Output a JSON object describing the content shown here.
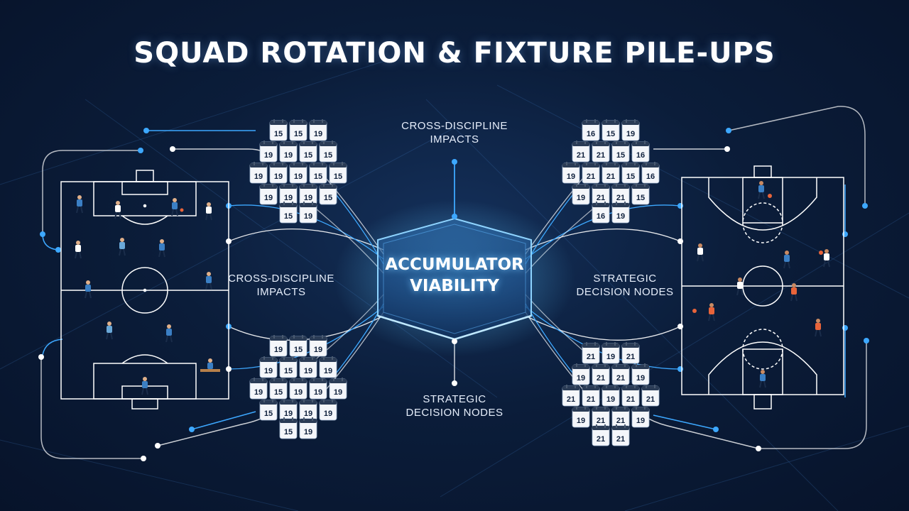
{
  "title": "SQUAD ROTATION & FIXTURE PILE-UPS",
  "hub": {
    "label": "ACCUMULATOR\nVIABILITY"
  },
  "labels": {
    "top": "CROSS-DISCIPLINE\nIMPACTS",
    "left": "CROSS-DISCIPLINE\nIMPACTS",
    "right": "STRATEGIC\nDECISION NODES",
    "bottom": "STRATEGIC\nDECISION NODES"
  },
  "calendar_clusters": {
    "top_left": [
      "15",
      "15",
      "19",
      "19",
      "19"
    ],
    "bottom_left": [
      "15",
      "19",
      "19",
      "19"
    ],
    "top_right": [
      "15",
      "16",
      "19",
      "21",
      "21"
    ],
    "bottom_right": [
      "19",
      "21",
      "21"
    ]
  },
  "panels": {
    "left": "soccer-pitch",
    "right": "basketball-court"
  },
  "colors": {
    "background": "#0b1d3a",
    "accent": "#3da8ff",
    "line": "#ffffff",
    "soccer_player": "#3b7fc4",
    "basketball_player": "#e8643a"
  }
}
